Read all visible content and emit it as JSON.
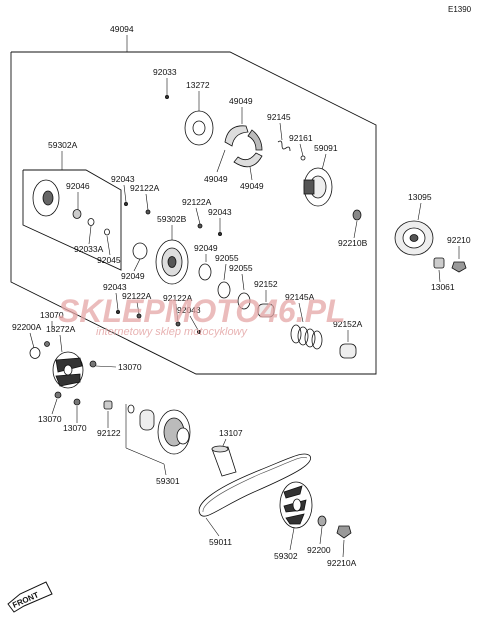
{
  "diagram": {
    "code": "E1390",
    "watermark": {
      "brand": "SKLEPMOTO46.PL",
      "tagline": "internetowy sklep motocyklowy",
      "color": "#e4a6a6"
    },
    "front_label": "FRONT",
    "labels": {
      "p49094": "49094",
      "p92033": "92033",
      "p13272": "13272",
      "p49049a": "49049",
      "p92145": "92145",
      "p92161": "92161",
      "p59091": "59091",
      "p49049b": "49049",
      "p49049c": "49049",
      "p59302a": "59302A",
      "p92046": "92046",
      "p92043a": "92043",
      "p92122a1": "92122A",
      "p92122a2": "92122A",
      "p92043b": "92043",
      "p59302b": "59302B",
      "p92033a": "92033A",
      "p92045": "92045",
      "p92049a": "92049",
      "p92049b": "92049",
      "p92055a": "92055",
      "p92055b": "92055",
      "p92043c": "92043",
      "p92122a3": "92122A",
      "p92152": "92152",
      "p92145a": "92145A",
      "p92122a4": "92122A",
      "p92043d": "92043",
      "p92152a": "92152A",
      "p13095": "13095",
      "p92210b": "92210B",
      "p92210": "92210",
      "p13061": "13061",
      "p13070a": "13070",
      "p13272a": "13272A",
      "p92200a": "92200A",
      "p13070b": "13070",
      "p13070c": "13070",
      "p13070d": "13070",
      "p92122": "92122",
      "p13107": "13107",
      "p59301": "59301",
      "p59011": "59011",
      "p59302": "59302",
      "p92200": "92200",
      "p92210a": "92210A"
    }
  }
}
